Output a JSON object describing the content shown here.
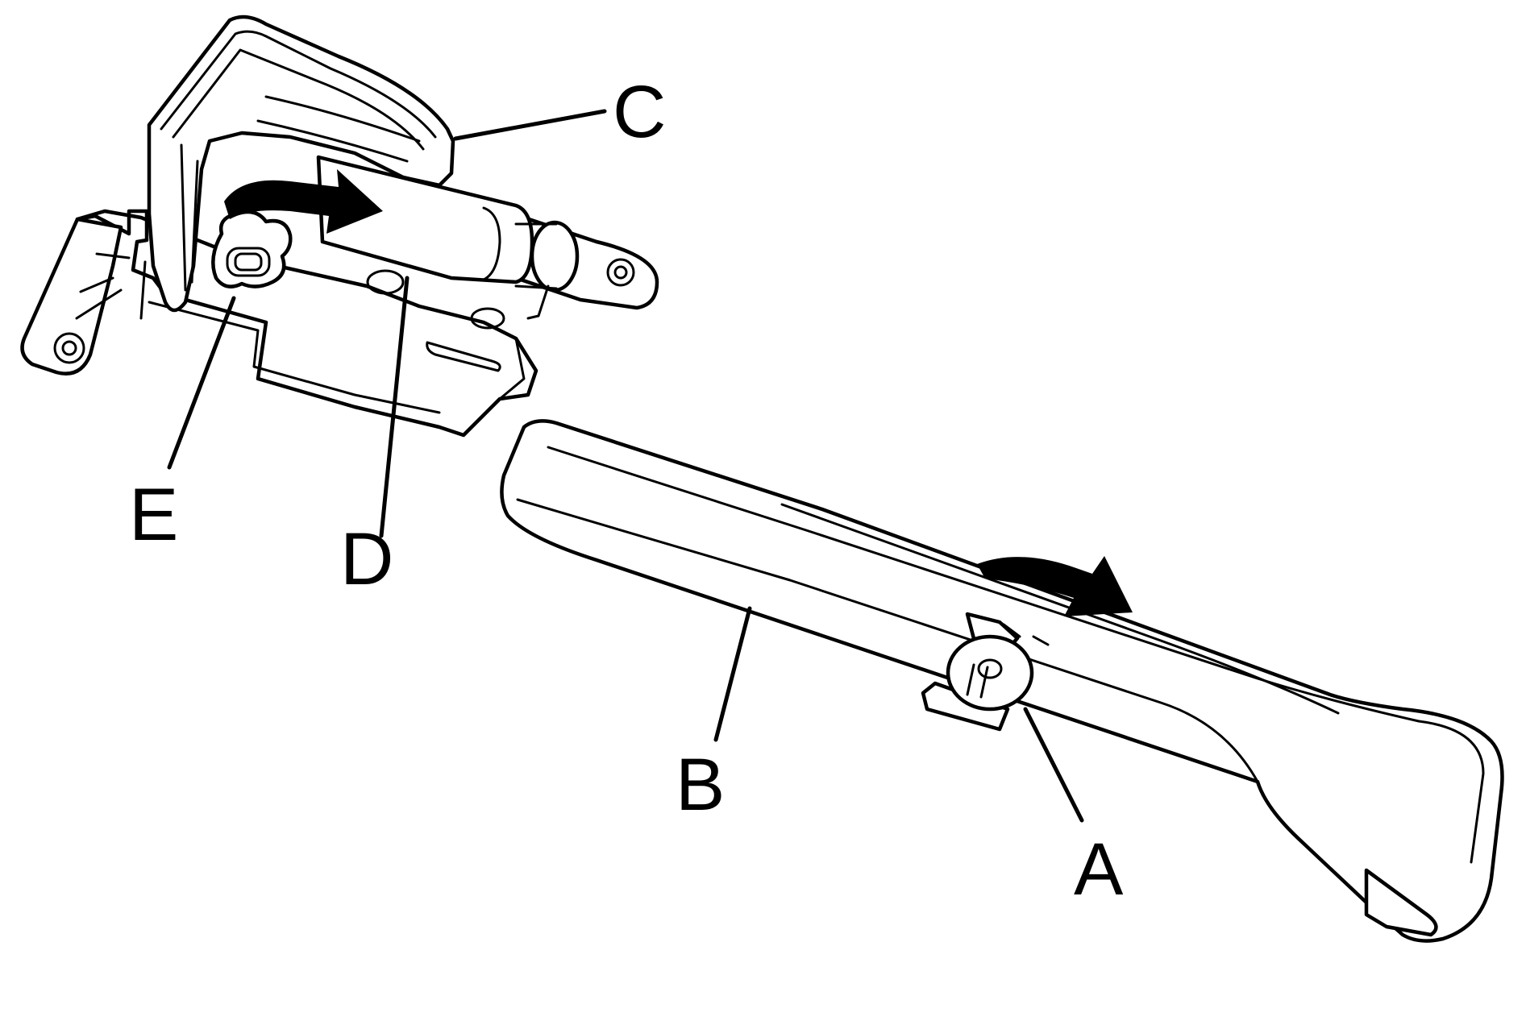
{
  "diagram": {
    "labels": {
      "a": "A",
      "b": "B",
      "c": "C",
      "d": "D",
      "e": "E"
    },
    "colors": {
      "line": "#000000",
      "background": "#ffffff"
    },
    "icons": [
      "rotation-arrow-icon",
      "rotation-arrow-icon"
    ]
  }
}
